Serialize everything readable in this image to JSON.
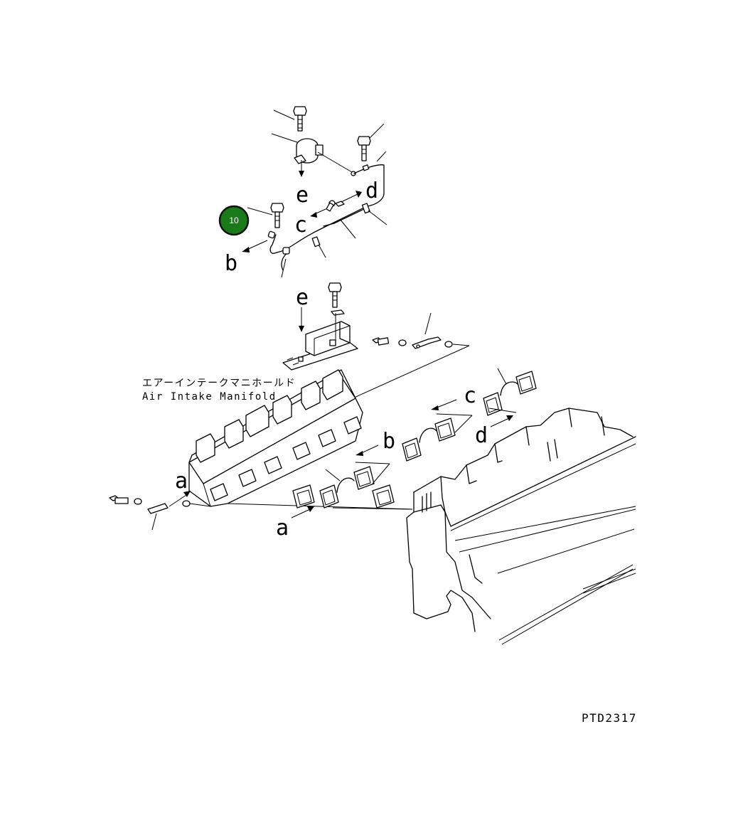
{
  "diagram": {
    "drawing_id": "PTD2317",
    "part_label_ja": "エアーインテークマニホールド",
    "part_label_en": "Air Intake Manifold",
    "callout_badge": {
      "number": "10",
      "color": "#1a7a1a"
    },
    "letters": {
      "e": "e",
      "d": "d",
      "c": "c",
      "b": "b",
      "a": "a"
    },
    "colors": {
      "line": "#000000",
      "background": "#ffffff",
      "badge_border": "#111111"
    }
  }
}
